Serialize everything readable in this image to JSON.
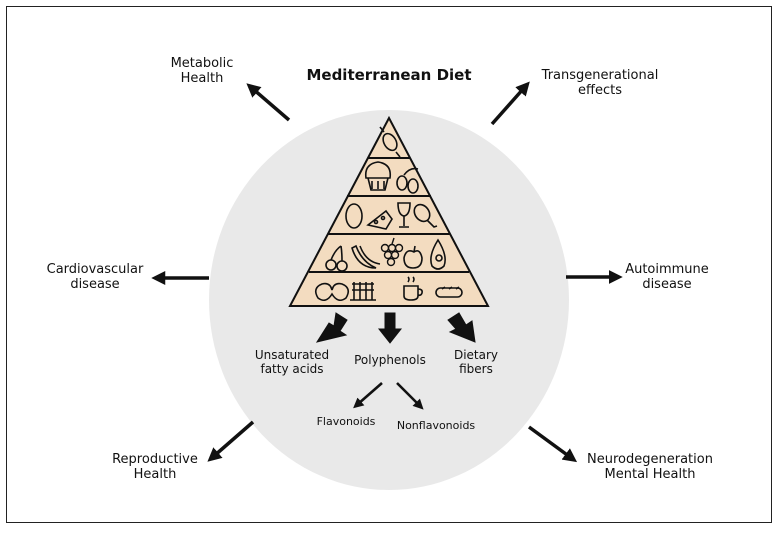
{
  "title": "Mediterranean Diet",
  "outcomes": {
    "metabolic": "Metabolic\nHealth",
    "transgenerational": "Transgenerational\neffects",
    "cardiovascular": "Cardiovascular\ndisease",
    "autoimmune": "Autoimmune\ndisease",
    "reproductive": "Reproductive\nHealth",
    "neuro": "Neurodegeneration\nMental Health"
  },
  "components": {
    "unsaturated": "Unsaturated\nfatty acids",
    "polyphenols": "Polyphenols",
    "fibers": "Dietary\nfibers",
    "flavonoids": "Flavonoids",
    "nonflavonoids": "Nonflavonoids"
  },
  "colors": {
    "ellipse": "#e9e9e9",
    "pyramid": "#f3dcc0",
    "stroke": "#111111"
  },
  "pyramid_icons": {
    "tier1": [
      "candy-icon"
    ],
    "tier2": [
      "muffin-icon",
      "olives-icon"
    ],
    "tier3": [
      "egg-icon",
      "cheese-icon",
      "wine-glass-icon",
      "chicken-leg-icon"
    ],
    "tier4": [
      "cherries-icon",
      "banana-icon",
      "grapes-icon",
      "apple-icon",
      "avocado-icon"
    ],
    "tier5": [
      "pretzel-icon",
      "wheat-icon",
      "coffee-icon",
      "bread-icon"
    ]
  }
}
